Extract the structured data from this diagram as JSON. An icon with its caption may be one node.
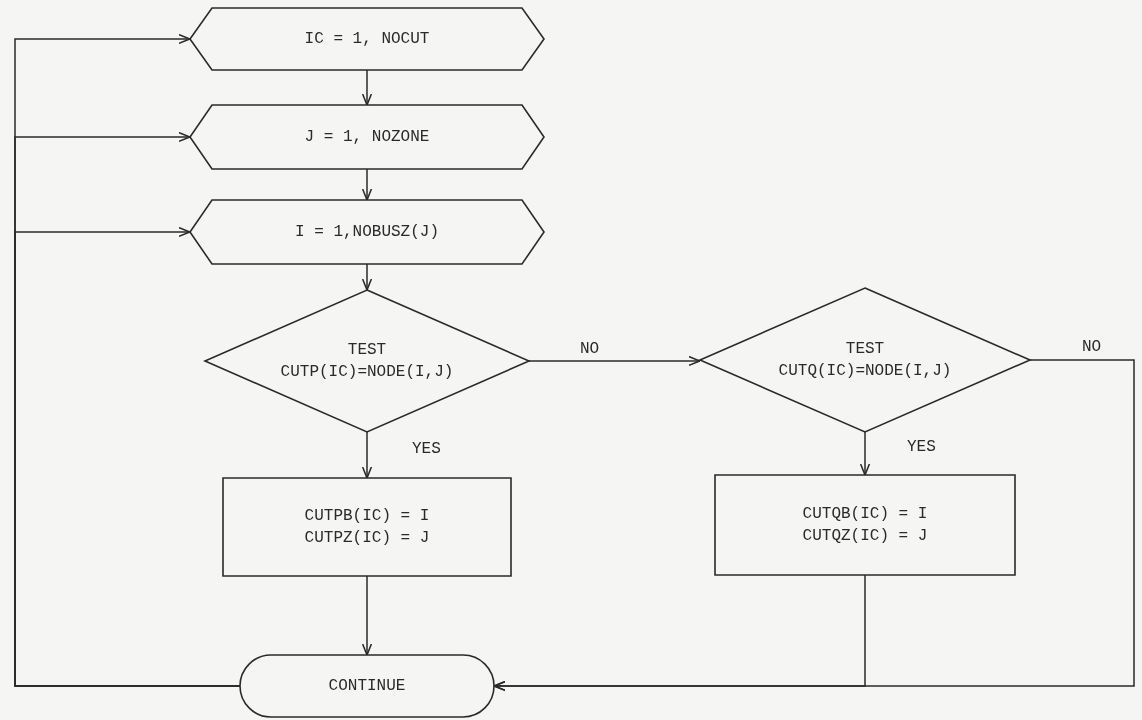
{
  "diagram": {
    "nodes": [
      {
        "text": [
          "IC = 1, NOCUT"
        ]
      },
      {
        "text": [
          "J = 1, NOZONE"
        ]
      },
      {
        "text": [
          "I = 1,NOBUSZ(J)"
        ]
      },
      {
        "text": [
          "TEST",
          "CUTP(IC)=NODE(I,J)"
        ]
      },
      {
        "text": [
          "TEST",
          "CUTQ(IC)=NODE(I,J)"
        ]
      },
      {
        "text": [
          "CUTPB(IC) = I",
          "CUTPZ(IC) = J"
        ]
      },
      {
        "text": [
          "CUTQB(IC) = I",
          "CUTQZ(IC) = J"
        ]
      },
      {
        "text": [
          "CONTINUE"
        ]
      }
    ],
    "edges": [
      {
        "from": 0,
        "to": 1,
        "arrow": "to"
      },
      {
        "from": 1,
        "to": 2,
        "arrow": "to"
      },
      {
        "from": 2,
        "to": 3,
        "arrow": "to"
      },
      {
        "from": 3,
        "to": 4,
        "arrow": "to",
        "label": "NO"
      },
      {
        "from": 4,
        "to": 6,
        "arrow": "to",
        "label": "YES"
      },
      {
        "from": 3,
        "to": 5,
        "arrow": "to",
        "label": "YES"
      },
      {
        "from": 5,
        "to": 7,
        "arrow": "to"
      },
      {
        "from": 6,
        "to": 7,
        "arrow": "to"
      },
      {
        "from": 4,
        "to": 7,
        "arrow": "to",
        "label": "NO"
      },
      {
        "from": 7,
        "to": 0,
        "arrow": "to"
      },
      {
        "from": 7,
        "to": 1,
        "arrow": "to"
      },
      {
        "from": 7,
        "to": 2,
        "arrow": "to"
      }
    ]
  }
}
